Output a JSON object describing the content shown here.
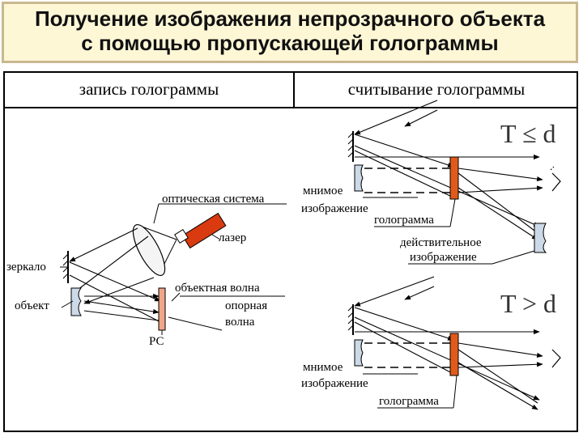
{
  "title": {
    "line1": "Получение изображения непрозрачного объекта",
    "line2": "с помощью пропускающей голограммы"
  },
  "headers": {
    "left": "запись голограммы",
    "right": "считывание голограммы"
  },
  "left_labels": {
    "optical_system": "оптическая система",
    "laser": "лазер",
    "mirror": "зеркало",
    "object": "объект",
    "object_wave": "объектная волна",
    "reference_wave_1": "опорная",
    "reference_wave_2": "волна",
    "recording_medium": "РС"
  },
  "top_right_labels": {
    "virtual_1": "мнимое",
    "virtual_2": "изображение",
    "hologram": "голограмма",
    "real_1": "действительное",
    "real_2": "изображение",
    "condition": "T ≤ d"
  },
  "bottom_right_labels": {
    "virtual_1": "мнимое",
    "virtual_2": "изображение",
    "hologram": "голограмма",
    "condition": "T > d"
  },
  "colors": {
    "title_bg": "#fef7d6",
    "title_border": "#c9b890",
    "laser": "#d93a10",
    "hologram": "#e05a1a",
    "recording_plate": "#f0a58a"
  }
}
